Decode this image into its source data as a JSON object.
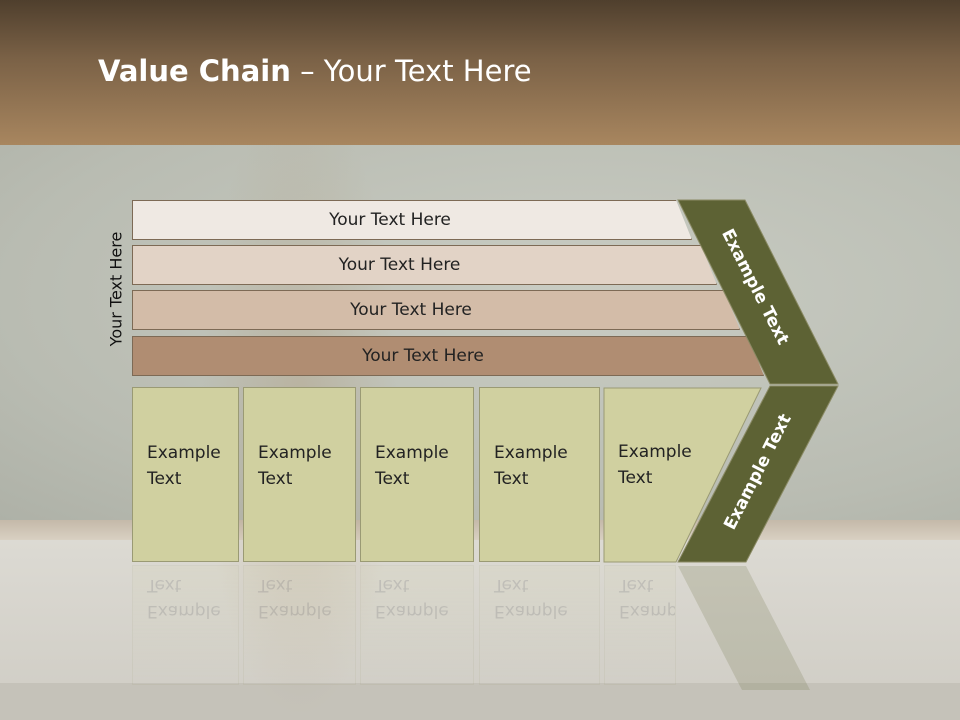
{
  "title": {
    "bold": "Value Chain",
    "rest": " – Your Text Here"
  },
  "side_label": "Your Text Here",
  "bars": [
    "Your Text Here",
    "Your Text Here",
    "Your Text Here",
    "Your Text Here"
  ],
  "boxes": [
    {
      "line1": "Example",
      "line2": "Text"
    },
    {
      "line1": "Example",
      "line2": "Text"
    },
    {
      "line1": "Example",
      "line2": "Text"
    },
    {
      "line1": "Example",
      "line2": "Text"
    },
    {
      "line1": "Example",
      "line2": "Text"
    }
  ],
  "chevron": {
    "upper": "Example Text",
    "lower": "Example Text"
  },
  "colors": {
    "header": "#7a6146",
    "chevron": "#5d6234",
    "box": "#d0d0a0",
    "bar1": "#efe9e3",
    "bar2": "#e2d3c6",
    "bar3": "#d3bca8",
    "bar4": "#b08d72"
  }
}
